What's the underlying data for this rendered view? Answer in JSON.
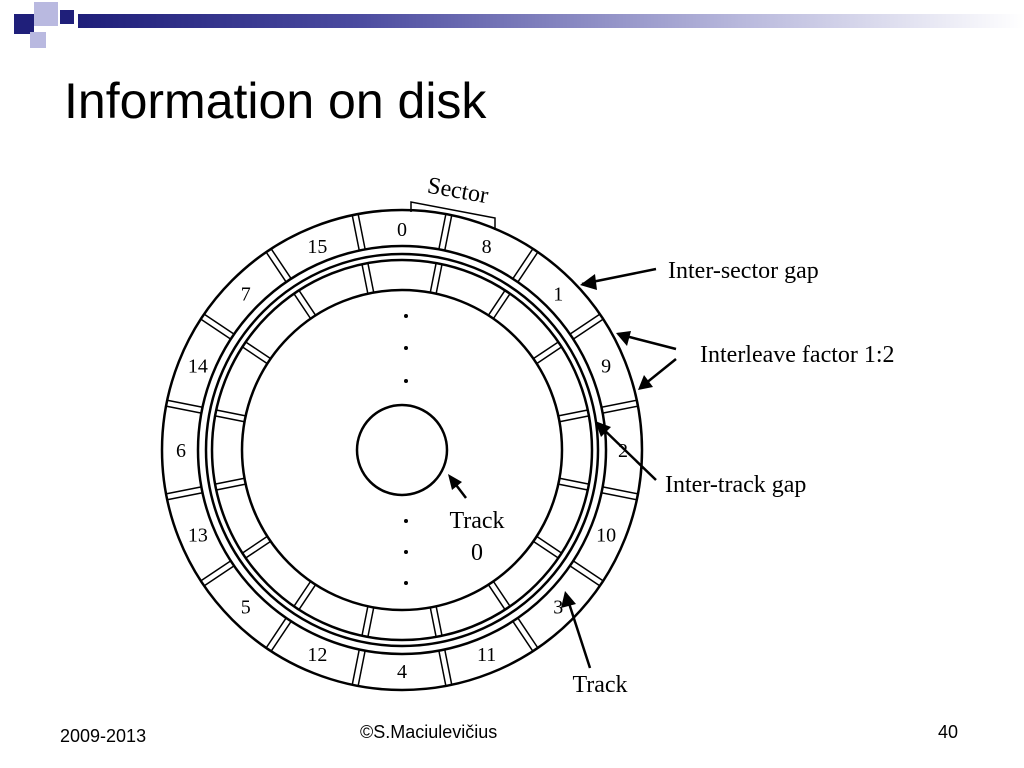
{
  "slide": {
    "title": "Information on disk",
    "accent_color": "#1f1f7a",
    "accent_light": "#8a8ac8"
  },
  "footer": {
    "left": "2009-2013",
    "center": "©S.Maciulevičius",
    "right": "40"
  },
  "diagram": {
    "labels": {
      "sector": "Sector",
      "inter_sector_gap": "Inter-sector gap",
      "interleave_factor": "Interleave factor 1:2",
      "inter_track_gap": "Inter-track gap",
      "track_zero_word": "Track",
      "track_zero_num": "0",
      "track": "Track"
    },
    "sector_numbers": [
      "0",
      "8",
      "1",
      "9",
      "2",
      "10",
      "3",
      "11",
      "4",
      "12",
      "5",
      "13",
      "6",
      "14",
      "7",
      "15"
    ]
  }
}
